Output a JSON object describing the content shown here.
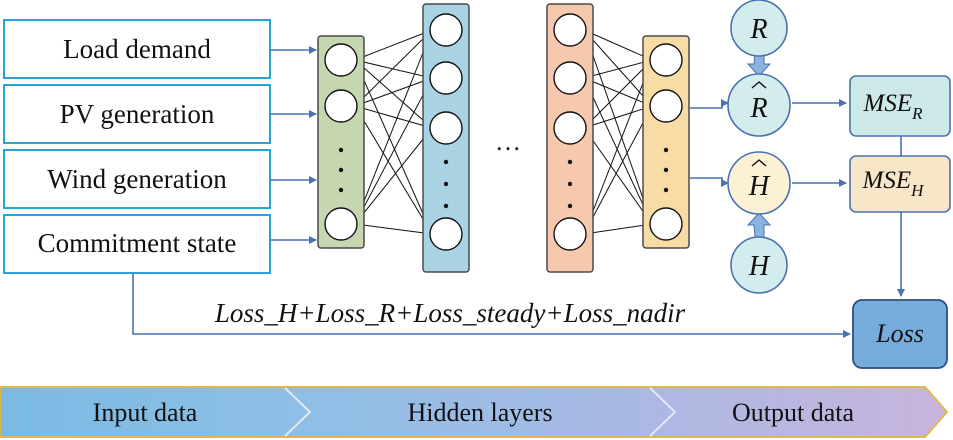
{
  "inputs": {
    "load_demand": "Load demand",
    "pv_generation": "PV generation",
    "wind_generation": "Wind generation",
    "commitment_state": "Commitment state"
  },
  "layers": {
    "ellipsis": "…"
  },
  "outputs": {
    "r_label": "R",
    "r_hat_label": "R",
    "h_hat_label": "H",
    "h_label": "H",
    "mse_r_main": "MSE",
    "mse_r_sub": "R",
    "mse_h_main": "MSE",
    "mse_h_sub": "H",
    "loss_label": "Loss"
  },
  "loss_formula": "Loss_H+Loss_R+Loss_steady+Loss_nadir",
  "banner": {
    "input": "Input data",
    "hidden": "Hidden layers",
    "output": "Output data"
  },
  "colors": {
    "input_border": "#29a3d6",
    "arrow": "#4a72b0",
    "layer1_fill": "#c5d6b0",
    "layer2_fill": "#a9d2e2",
    "layer3_fill": "#f6c8ad",
    "layer4_fill": "#f8dca5",
    "circle_fill": "#d3ecee",
    "mse_r_fill": "#cde8e8",
    "mse_h_fill": "#f7e6c8",
    "loss_fill": "#75acdc",
    "banner_input": "#7bbbe3",
    "banner_hidden": "#a9b9e4",
    "banner_output": "#c8b4dc"
  }
}
